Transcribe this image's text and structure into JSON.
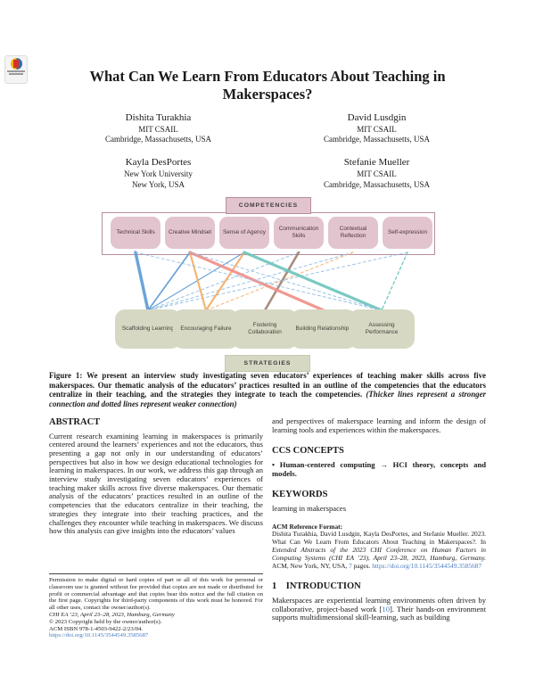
{
  "title": "What Can We Learn From Educators About Teaching in Makerspaces?",
  "authors": [
    {
      "name": "Dishita Turakhia",
      "affil1": "MIT CSAIL",
      "affil2": "Cambridge, Massachusetts, USA"
    },
    {
      "name": "David Lusdgin",
      "affil1": "MIT CSAIL",
      "affil2": "Cambridge, Massachusetts, USA"
    },
    {
      "name": "Kayla DesPortes",
      "affil1": "New York University",
      "affil2": "New York, USA"
    },
    {
      "name": "Stefanie Mueller",
      "affil1": "MIT CSAIL",
      "affil2": "Cambridge, Massachusetts, USA"
    }
  ],
  "figure": {
    "competencies_label": "COMPETENCIES",
    "strategies_label": "STRATEGIES",
    "competencies": [
      "Technical Skills",
      "Creative Mindset",
      "Sense of Agency",
      "Communication Skills",
      "Contextual Reflection",
      "Self-expression"
    ],
    "strategies": [
      "Scaffolding Learning",
      "Encouraging Failure",
      "Fostering Collaboration",
      "Building Relationships",
      "Assessing Performance"
    ],
    "colors": {
      "competency_fill": "#e2c4ce",
      "competency_border": "#b68e9c",
      "strategy_fill": "#d6d8c3",
      "blue": "#5b9bd5",
      "lightblue": "#92bde2",
      "orange": "#f5ad63",
      "teal": "#6cc5bc",
      "red": "#f08f87",
      "brown": "#9e8272"
    },
    "connections": [
      {
        "from": 0,
        "to": 0,
        "color": "blue",
        "w": 3.5,
        "dash": false
      },
      {
        "from": 1,
        "to": 0,
        "color": "blue",
        "w": 1.8,
        "dash": false
      },
      {
        "from": 2,
        "to": 0,
        "color": "blue",
        "w": 1.2,
        "dash": false
      },
      {
        "from": 3,
        "to": 0,
        "color": "lightblue",
        "w": 1,
        "dash": true
      },
      {
        "from": 4,
        "to": 0,
        "color": "lightblue",
        "w": 1,
        "dash": true
      },
      {
        "from": 5,
        "to": 0,
        "color": "lightblue",
        "w": 1,
        "dash": true
      },
      {
        "from": 1,
        "to": 1,
        "color": "orange",
        "w": 2.2,
        "dash": false
      },
      {
        "from": 2,
        "to": 1,
        "color": "orange",
        "w": 2.2,
        "dash": false
      },
      {
        "from": 4,
        "to": 1,
        "color": "orange",
        "w": 1,
        "dash": true
      },
      {
        "from": 3,
        "to": 2,
        "color": "brown",
        "w": 2.6,
        "dash": false
      },
      {
        "from": 1,
        "to": 3,
        "color": "red",
        "w": 3.2,
        "dash": false
      },
      {
        "from": 2,
        "to": 4,
        "color": "teal",
        "w": 3.2,
        "dash": false
      },
      {
        "from": 5,
        "to": 4,
        "color": "teal",
        "w": 1.4,
        "dash": true
      },
      {
        "from": 0,
        "to": 4,
        "color": "lightblue",
        "w": 1,
        "dash": true
      },
      {
        "from": 1,
        "to": 4,
        "color": "lightblue",
        "w": 1,
        "dash": true
      }
    ]
  },
  "caption": {
    "bold_part": "Figure 1: We present an interview study investigating seven educators’ experiences of teaching maker skills across five makerspaces. Our thematic analysis of the educators’ practices resulted in an outline of the competencies that the educators centralize in their teaching, and the strategies they integrate to teach the competencies. ",
    "italic_part": "(Thicker lines represent a stronger connection and dotted lines represent weaker connection)"
  },
  "abstract": {
    "heading": "ABSTRACT",
    "text": "Current research examining learning in makerspaces is primarily centered around the learners’ experiences and not the educators, thus presenting a gap not only in our understanding of educators’ perspectives but also in how we design educational technologies for learning in makerspaces. In our work, we address this gap through an interview study investigating seven educators’ experiences of teaching maker skills across five diverse makerspaces. Our thematic analysis of the educators’ practices resulted in an outline of the competencies that the educators centralize in their teaching, the strategies they integrate into their teaching practices, and the challenges they encounter while teaching in makerspaces. We discuss how this analysis can give insights into the educators’ values"
  },
  "right_col": {
    "abstract_cont": "and perspectives of makerspace learning and inform the design of learning tools and experiences within the makerspaces.",
    "ccs_heading": "CCS CONCEPTS",
    "ccs_text": "• Human-centered computing → HCI theory, concepts and models.",
    "keywords_heading": "KEYWORDS",
    "keywords_text": "learning in makerspaces",
    "acm_ref_heading": "ACM Reference Format:",
    "acm_ref_segments": [
      {
        "text": "Dishita Turakhia, David Lusdgin, Kayla DesPortes, and Stefanie Mueller. 2023. What Can We Learn From Educators About Teaching in Makerspaces?. In ",
        "style": "plain"
      },
      {
        "text": "Extended Abstracts of the 2023 CHI Conference on Human Factors in Computing Systems (CHI EA ’23), April 23–28, 2023, Hamburg, Germany.",
        "style": "italic"
      },
      {
        "text": " ACM, New York, NY, USA, ",
        "style": "plain"
      },
      {
        "text": "7",
        "style": "link"
      },
      {
        "text": " pages. ",
        "style": "plain"
      },
      {
        "text": "https://doi.org/10.1145/3544549.3585687",
        "style": "link"
      }
    ],
    "intro_heading": "1  INTRODUCTION",
    "intro_segments": [
      {
        "text": "Makerspaces are experiential learning environments often driven by collaborative, project-based work [",
        "style": "plain"
      },
      {
        "text": "10",
        "style": "link"
      },
      {
        "text": "]. Their hands-on environment supports multidimensional skill-learning, such as building",
        "style": "plain"
      }
    ]
  },
  "footnote": {
    "permission": "Permission to make digital or hard copies of part or all of this work for personal or classroom use is granted without fee provided that copies are not made or distributed for profit or commercial advantage and that copies bear this notice and the full citation on the first page. Copyrights for third-party components of this work must be honored. For all other uses, contact the owner/author(s).",
    "conference": "CHI EA ’23, April 23–28, 2023, Hamburg, Germany",
    "copyright": "© 2023 Copyright held by the owner/author(s).",
    "isbn": "ACM ISBN 978-1-4503-9422-2/23/04.",
    "doi": "https://doi.org/10.1145/3544549.3585687"
  }
}
